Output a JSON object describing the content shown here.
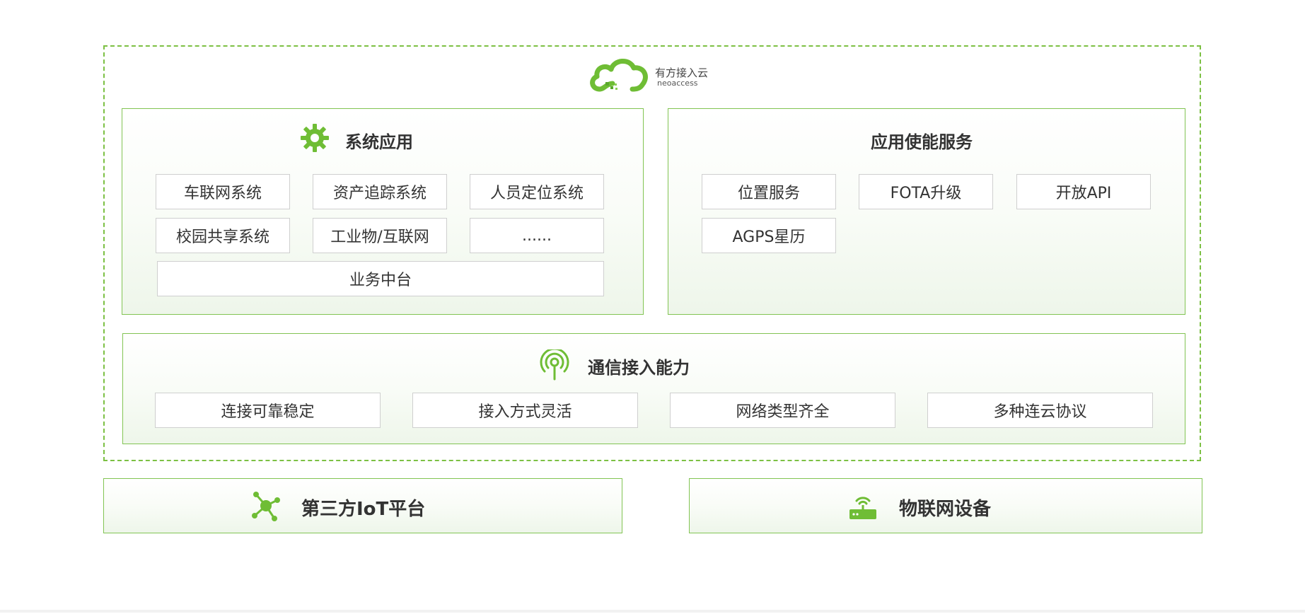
{
  "logo": {
    "name": "有方接入云",
    "sub": "neoaccess"
  },
  "system_app": {
    "title": "系统应用",
    "items": [
      "车联网系统",
      "资产追踪系统",
      "人员定位系统",
      "校园共享系统",
      "工业物/互联网",
      "......"
    ],
    "platform": "业务中台"
  },
  "enable_service": {
    "title": "应用使能服务",
    "items": [
      "位置服务",
      "FOTA升级",
      "开放API",
      "AGPS星历"
    ]
  },
  "comm": {
    "title": "通信接入能力",
    "items": [
      "连接可靠稳定",
      "接入方式灵活",
      "网络类型齐全",
      "多种连云协议"
    ]
  },
  "bottom": {
    "third_party": "第三方IoT平台",
    "devices": "物联网设备"
  },
  "colors": {
    "accent": "#7cc043",
    "accent_dark": "#5aa82c",
    "border": "#82c453"
  }
}
